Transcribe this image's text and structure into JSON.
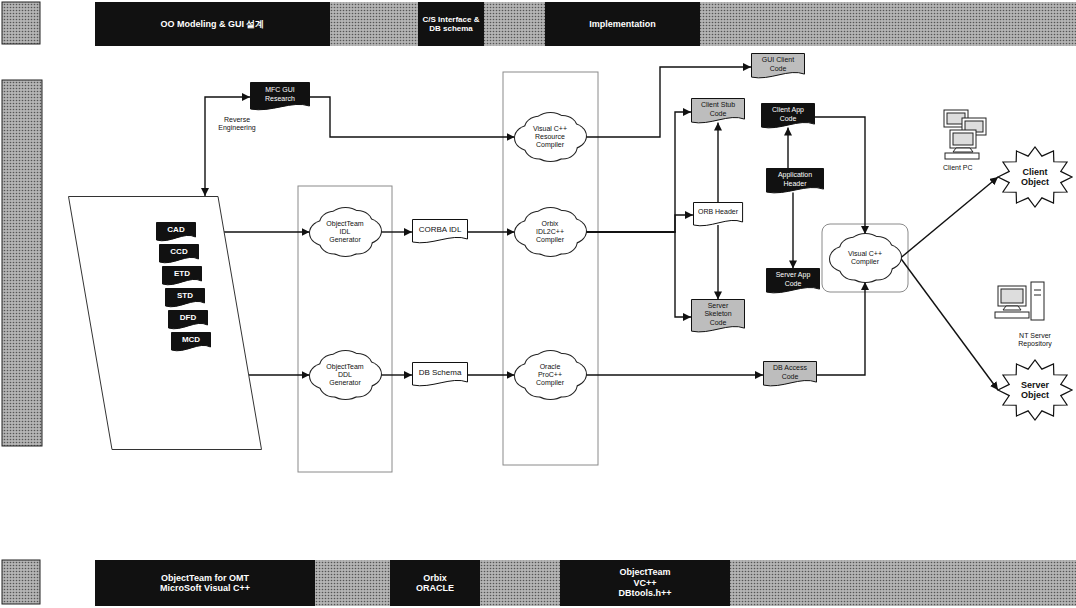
{
  "diagram": {
    "nodes": [
      {
        "text": [
          "OO Modeling & GUI 설계"
        ]
      },
      {
        "text": [
          "C/S Interface & DB schema"
        ]
      },
      {
        "text": [
          "Implementation"
        ]
      },
      {
        "text": []
      },
      {
        "text": [
          "CAD"
        ],
        "in": 3
      },
      {
        "text": [
          "CCD"
        ],
        "in": 3
      },
      {
        "text": [
          "ETD"
        ],
        "in": 3
      },
      {
        "text": [
          "STD"
        ],
        "in": 3
      },
      {
        "text": [
          "DFD"
        ],
        "in": 3
      },
      {
        "text": [
          "MCD"
        ],
        "in": 3
      },
      {
        "text": [
          "MFC GUI Research"
        ]
      },
      {
        "text": [
          "ObjectTeam IDL Generator"
        ]
      },
      {
        "text": [
          "ObjectTeam DDL Generator"
        ]
      },
      {
        "text": [
          "CORBA IDL"
        ]
      },
      {
        "text": [
          "DB Schema"
        ]
      },
      {
        "text": [
          "Visual C++ Resource Compiler"
        ]
      },
      {
        "text": [
          "Orbix IDL2C++ Compiler"
        ]
      },
      {
        "text": [
          "Oracle ProC++ Compiler"
        ]
      },
      {
        "text": [
          "GUI Client Code"
        ]
      },
      {
        "text": [
          "Client Stub Code"
        ]
      },
      {
        "text": [
          "Client App Code"
        ]
      },
      {
        "text": [
          "Application Header"
        ]
      },
      {
        "text": [
          "ORB Header"
        ]
      },
      {
        "text": [
          "Server App Code"
        ]
      },
      {
        "text": [
          "Server Skeleton Code"
        ]
      },
      {
        "text": [
          "DB Access Code"
        ]
      },
      {
        "text": [
          "Visual C++ Compiler"
        ]
      },
      {
        "text": [
          "Client Object"
        ]
      },
      {
        "text": [
          "Server Object"
        ]
      },
      {
        "text": [
          "ObjectTeam for OMT MicroSoft Visual C++"
        ]
      },
      {
        "text": [
          "Orbix ORACLE"
        ]
      },
      {
        "text": [
          "ObjectTeam VC++ DBtools.h++"
        ]
      }
    ],
    "edges": [
      {
        "from": 3,
        "to": 10,
        "arrow": "both",
        "label": "Reverse Engineering"
      },
      {
        "from": 10,
        "to": 15,
        "arrow": "to"
      },
      {
        "from": 15,
        "to": 18,
        "arrow": "to"
      },
      {
        "from": 3,
        "to": 11,
        "arrow": "to"
      },
      {
        "from": 3,
        "to": 12,
        "arrow": "to"
      },
      {
        "from": 11,
        "to": 13,
        "arrow": "to"
      },
      {
        "from": 13,
        "to": 16,
        "arrow": "to"
      },
      {
        "from": 12,
        "to": 14,
        "arrow": "to"
      },
      {
        "from": 14,
        "to": 17,
        "arrow": "to"
      },
      {
        "from": 16,
        "to": 19,
        "arrow": "to"
      },
      {
        "from": 16,
        "to": 22,
        "arrow": "to"
      },
      {
        "from": 16,
        "to": 24,
        "arrow": "to"
      },
      {
        "from": 17,
        "to": 25,
        "arrow": "to"
      },
      {
        "from": 22,
        "to": 19,
        "arrow": "to"
      },
      {
        "from": 22,
        "to": 24,
        "arrow": "to"
      },
      {
        "from": 21,
        "to": 20,
        "arrow": "to"
      },
      {
        "from": 21,
        "to": 23,
        "arrow": "to"
      },
      {
        "from": 20,
        "to": 26,
        "arrow": "to"
      },
      {
        "from": 25,
        "to": 26,
        "arrow": "to"
      },
      {
        "from": 26,
        "to": 27,
        "arrow": "to"
      },
      {
        "from": 26,
        "to": 28,
        "arrow": "to"
      }
    ],
    "labels": [
      "Client PC",
      "NT Server Repository"
    ]
  }
}
